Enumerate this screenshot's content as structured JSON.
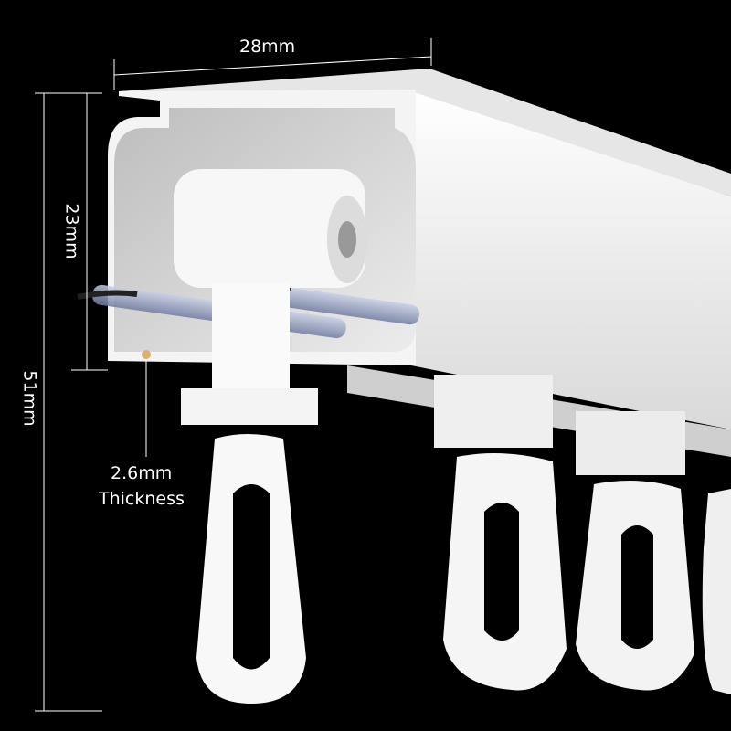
{
  "dimensions": {
    "width_label": "28mm",
    "inner_height_label": "23mm",
    "total_height_label": "51mm",
    "wall_thickness_value": "2.6mm",
    "wall_thickness_label": "Thickness"
  },
  "colors": {
    "background": "#000000",
    "rail": "#f2f2f2",
    "guide_lines": "#ffffff",
    "roller_axle": "#9aa6c4"
  }
}
